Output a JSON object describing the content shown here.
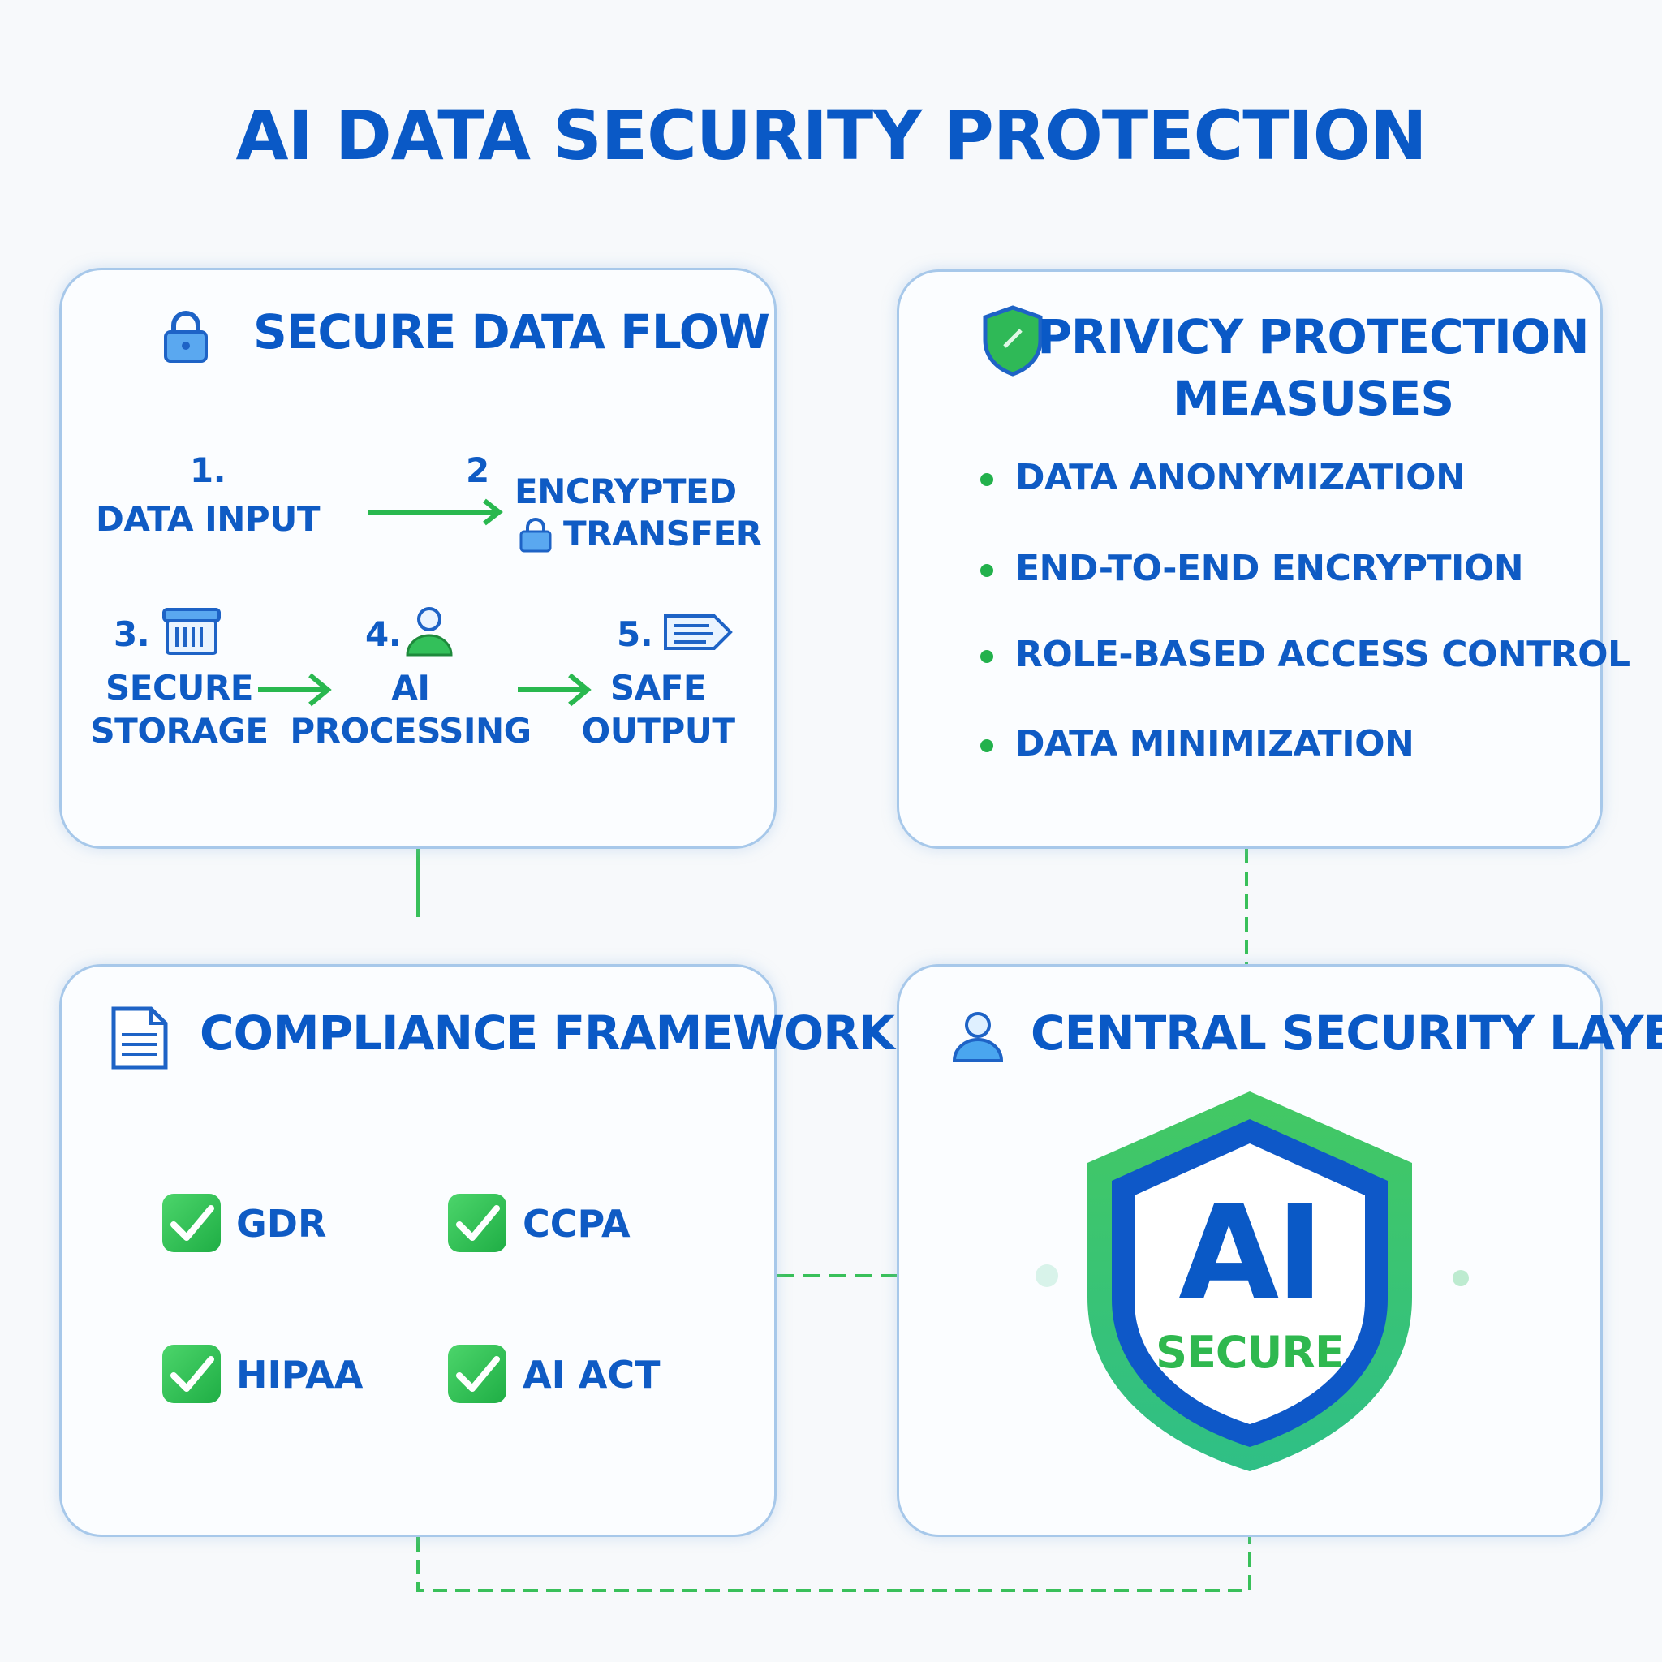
{
  "title": "AI DATA SECURITY PROTECTION",
  "colors": {
    "primary_blue": "#0a59c6",
    "accent_green": "#22b14c",
    "panel_border": "#a7c8ea"
  },
  "secure_flow": {
    "title": "SECURE DATA FLOW",
    "icon": "lock-icon",
    "steps": [
      {
        "num": "1.",
        "label": "DATA INPUT"
      },
      {
        "num": "2",
        "label_line1": "ENCRYPTED",
        "label_line2": "TRANSFER",
        "icon": "lock-icon"
      },
      {
        "num": "3.",
        "label_line1": "SECURE",
        "label_line2": "STORAGE",
        "icon": "storage-icon"
      },
      {
        "num": "4.",
        "label_line1": "AI",
        "label_line2": "PROCESSING",
        "icon": "user-icon"
      },
      {
        "num": "5.",
        "label_line1": "SAFE",
        "label_line2": "OUTPUT",
        "icon": "output-icon"
      }
    ]
  },
  "privacy": {
    "title_line1": "PRIVICY PROTECTION",
    "title_line2": "MEASUSES",
    "icon": "shield-icon",
    "items": [
      "DATA ANONYMIZATION",
      "END-TO-END ENCRYPTION",
      "ROLE-BASED ACCESS CONTROL",
      "DATA MINIMIZATION"
    ]
  },
  "compliance": {
    "title": "COMPLIANCE FRAMEWORK",
    "icon": "document-icon",
    "items": [
      "GDR",
      "CCPA",
      "HIPAA",
      "AI ACT"
    ]
  },
  "central": {
    "title": "CENTRAL SECURITY LAYER",
    "icon": "user-icon",
    "shield_text": "AI",
    "shield_subtext": "SECURE"
  }
}
